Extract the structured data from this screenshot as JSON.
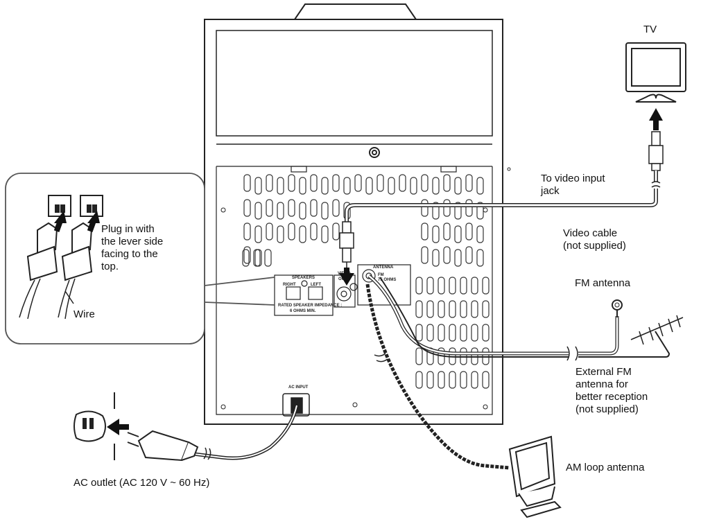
{
  "labels": {
    "tv": "TV",
    "to_video_input": [
      "To video input",
      "jack"
    ],
    "video_cable": [
      "Video cable",
      "(not supplied)"
    ],
    "fm_antenna": "FM antenna",
    "external_fm": [
      "External FM",
      "antenna for",
      "better reception",
      "(not supplied)"
    ],
    "am_loop": "AM loop antenna",
    "ac_outlet": "AC outlet (AC 120 V ~ 60 Hz)",
    "plug_in": [
      "Plug in with",
      "the lever side",
      "facing to the",
      "top."
    ],
    "wire": "Wire"
  },
  "panel": {
    "speakers": "SPEAKERS",
    "right": "RIGHT",
    "left": "LEFT",
    "impedance_1": "RATED SPEAKER IMPEDANCE :",
    "impedance_2": "6 OHMS MIN.",
    "antenna": "ANTENNA",
    "fm_ohms": "FM",
    "ohms75": "75 OHMS",
    "video": "VIDEO",
    "out": "OUT",
    "ac_input": "AC INPUT"
  }
}
